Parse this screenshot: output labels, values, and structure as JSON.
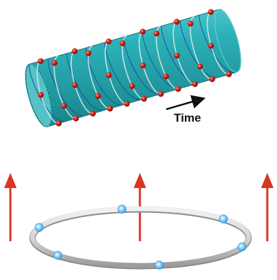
{
  "figure": {
    "time_label": "Time"
  },
  "cylinder": {
    "rings": 11,
    "atoms_per_ring": 3,
    "helix_windings": 5
  },
  "ring": {
    "atom_count": 6
  },
  "field_arrows": {
    "count": 3
  },
  "colors": {
    "cylinder_body": "#29adb4",
    "cylinder_dark": "#19878d",
    "cylinder_cap": "#5cc6cb",
    "helix_line": "#1c4f9e",
    "ring_band": "#e2e2e2",
    "red_atom": "#cc1d12",
    "blue_atom": "#36a9ee",
    "field_arrow": "#d83524",
    "time_arrow": "#111111"
  }
}
